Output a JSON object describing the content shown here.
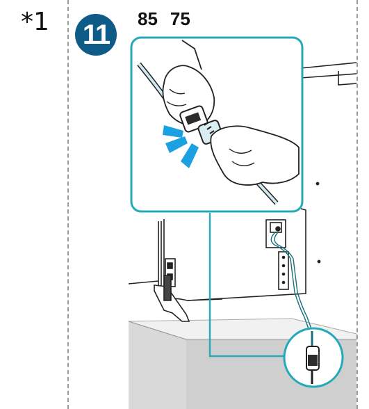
{
  "header": {
    "note_mark": "*1",
    "step_number": "11",
    "models": [
      "85",
      "75"
    ]
  },
  "colors": {
    "badge": "#0d5b86",
    "callout_outline": "#25a9b8",
    "highlight_arrows": "#1ba1e2",
    "line_art": "#222222",
    "dashed_border": "#9a9a9a"
  },
  "icons": [
    "hand-icon",
    "power-plug-icon",
    "highlight-arrows-icon",
    "tv-rear-icon",
    "stand-icon",
    "cable-icon"
  ]
}
